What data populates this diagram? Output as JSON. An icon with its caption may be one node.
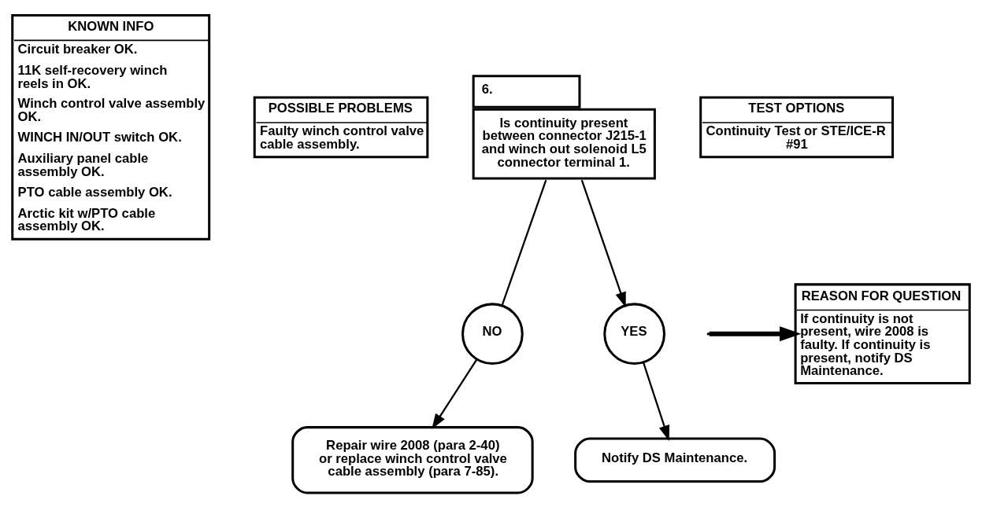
{
  "diagram": {
    "nodes": [
      {
        "text": [
          "KNOWN INFO",
          "Circuit breaker OK.",
          "11K self-recovery winch reels in OK.",
          "Winch control valve assembly OK.",
          "WINCH IN/OUT switch OK.",
          "Auxiliary panel cable assembly OK.",
          "PTO cable assembly OK.",
          "Arctic kit w/PTO cable assembly OK."
        ]
      },
      {
        "text": [
          "POSSIBLE PROBLEMS",
          "Faulty winch control valve cable assembly."
        ]
      },
      {
        "text": [
          "6.",
          "Is continuity present between connector J215-1 and winch out solenoid L5 connector terminal 1."
        ]
      },
      {
        "text": [
          "TEST OPTIONS",
          "Continuity Test or STE/ICE-R #91"
        ]
      },
      {
        "text": [
          "REASON FOR QUESTION",
          "If continuity is not present, wire 2008 is faulty. If continuity is present, notify DS Maintenance."
        ]
      },
      {
        "text": [
          "NO"
        ]
      },
      {
        "text": [
          "YES"
        ]
      },
      {
        "text": [
          "Repair wire 2008 (para 2-40) or replace winch control valve cable assembly (para 7-85)."
        ]
      },
      {
        "text": [
          "Notify DS Maintenance."
        ]
      }
    ],
    "edges": [
      {
        "from": 2,
        "to": 5,
        "arrow": "none"
      },
      {
        "from": 5,
        "to": 7,
        "arrow": "to"
      },
      {
        "from": 2,
        "to": 6,
        "arrow": "to"
      },
      {
        "from": 6,
        "to": 8,
        "arrow": "to"
      },
      {
        "from": null,
        "to": 4,
        "arrow": "to",
        "style": "thick"
      }
    ]
  }
}
